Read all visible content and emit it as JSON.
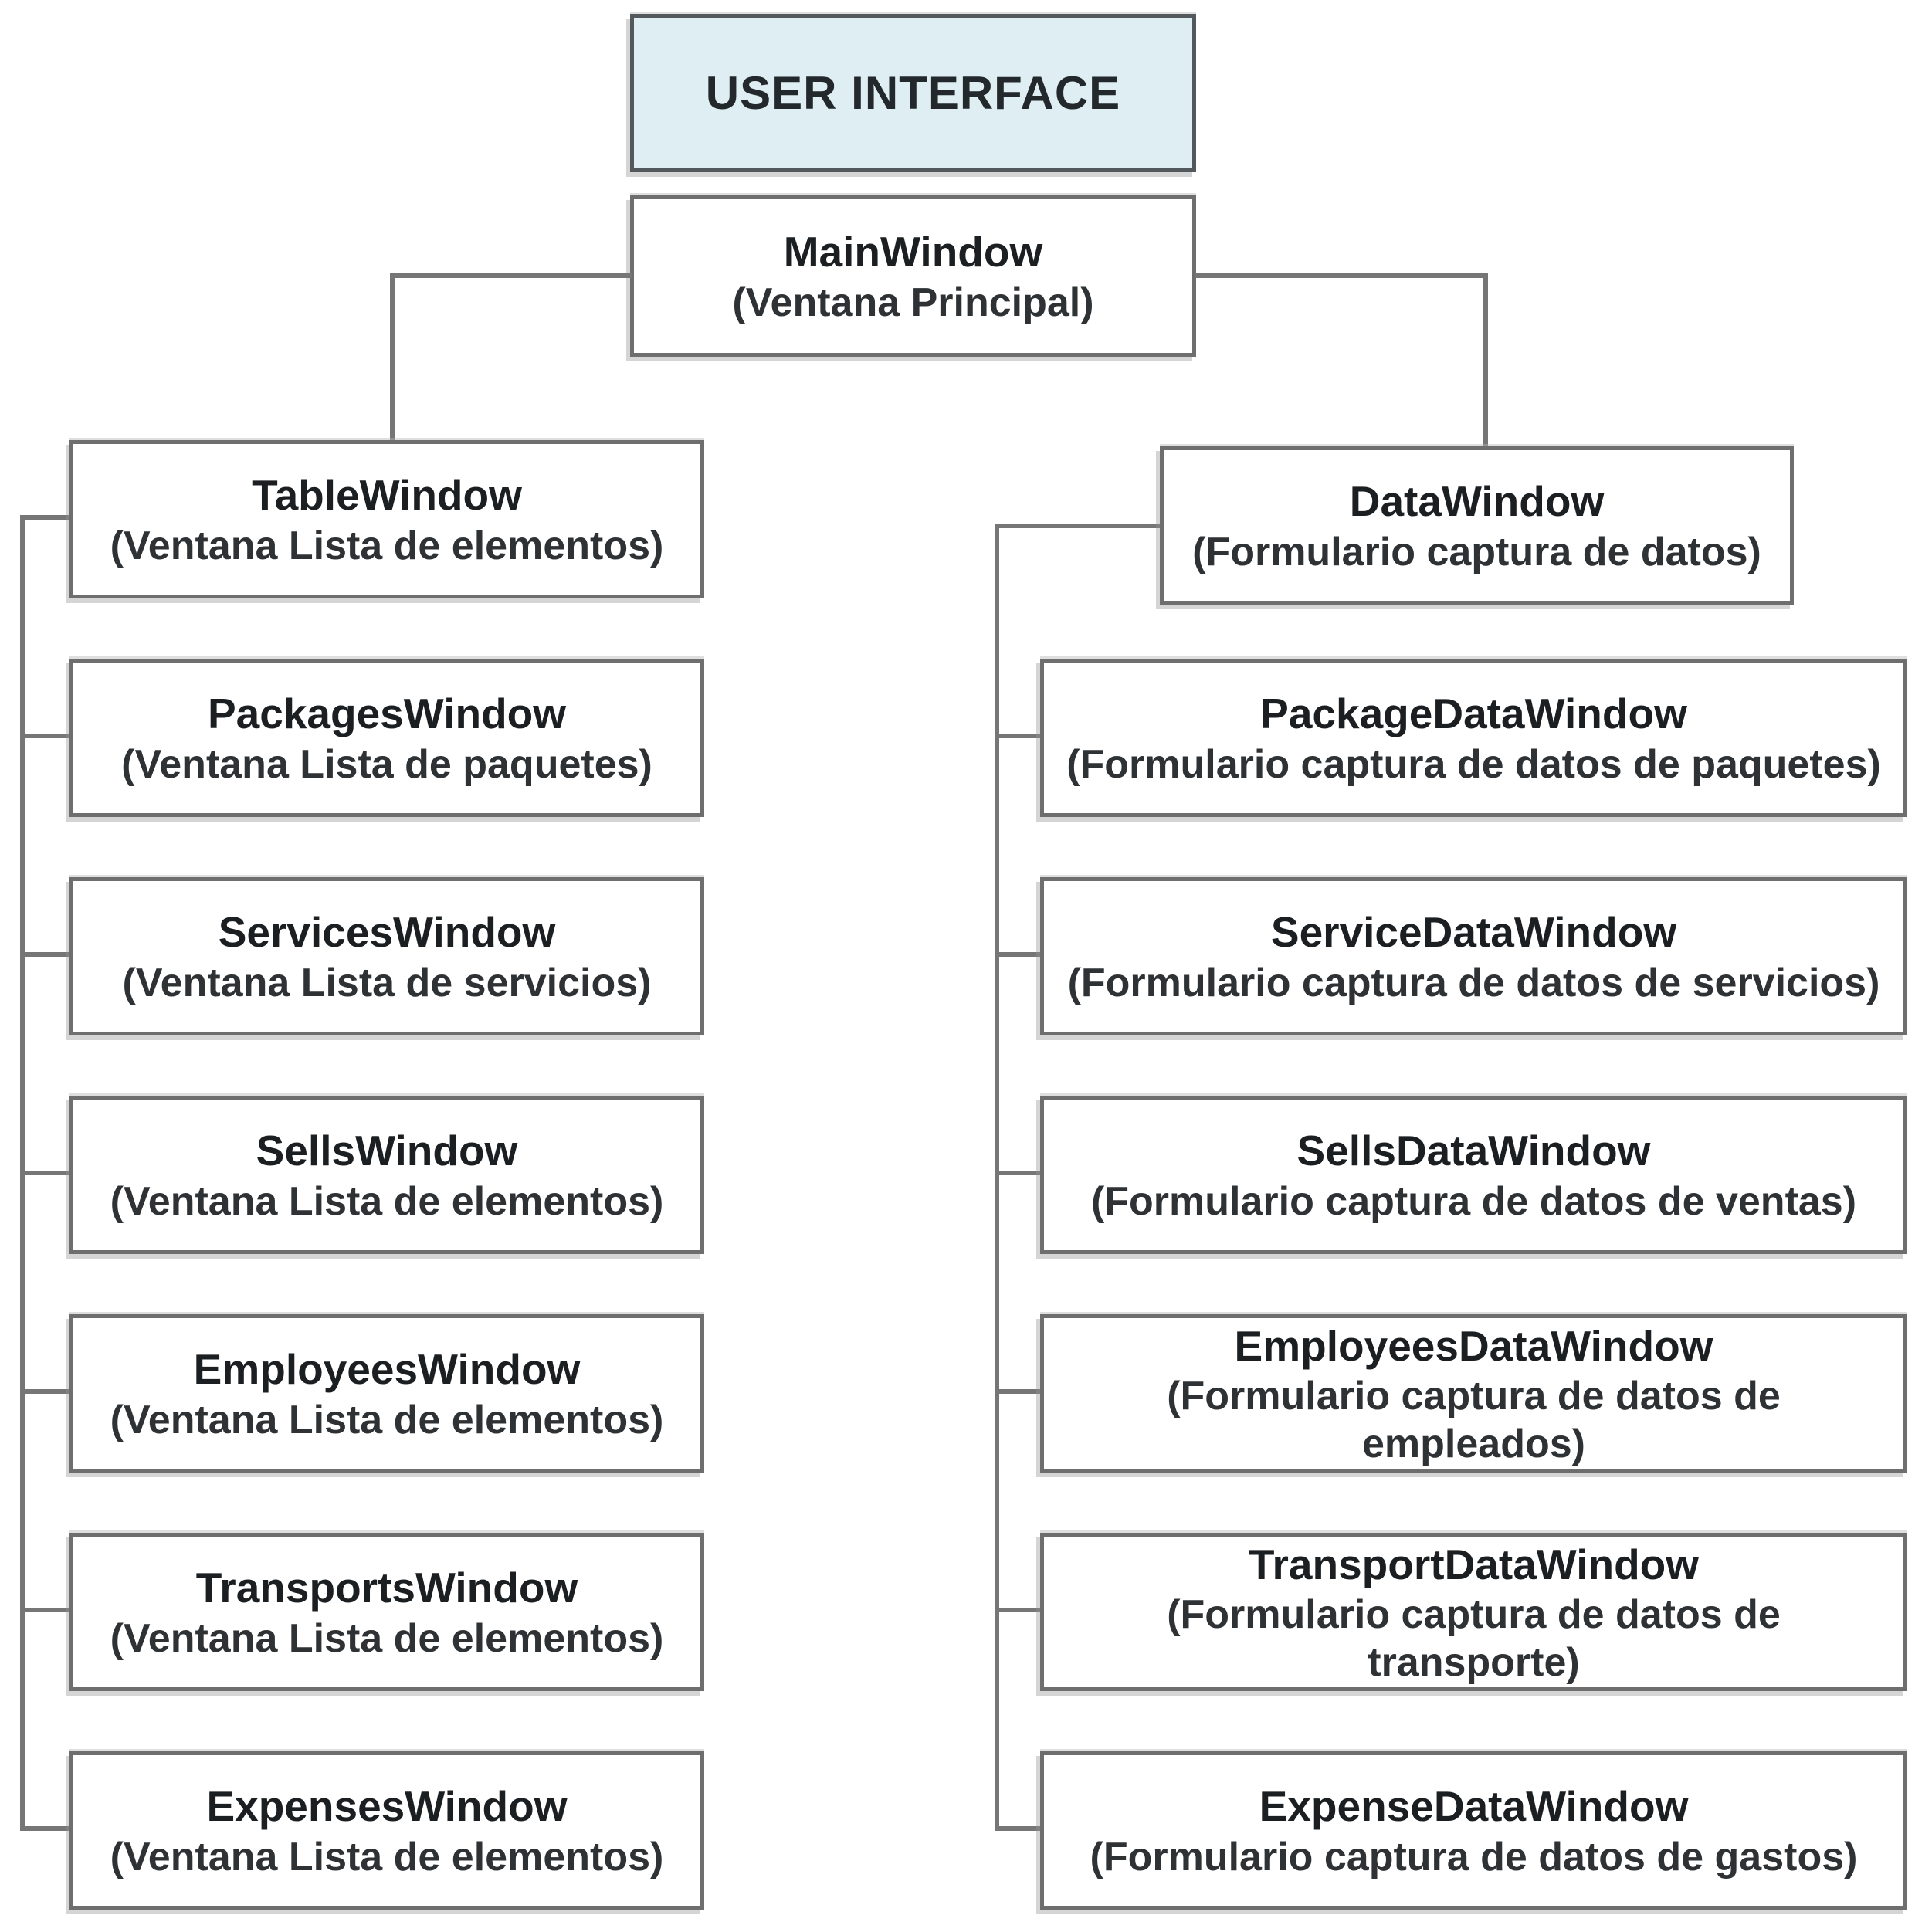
{
  "nodes": {
    "user_interface": {
      "title": "USER INTERFACE"
    },
    "main_window": {
      "title": "MainWindow",
      "subtitle": "(Ventana Principal)"
    }
  },
  "left": {
    "parent": {
      "title": "TableWindow",
      "subtitle": "(Ventana Lista de elementos)"
    },
    "children": [
      {
        "title": "PackagesWindow",
        "subtitle": "(Ventana Lista de paquetes)"
      },
      {
        "title": "ServicesWindow",
        "subtitle": "(Ventana Lista de servicios)"
      },
      {
        "title": "SellsWindow",
        "subtitle": "(Ventana Lista de elementos)"
      },
      {
        "title": "EmployeesWindow",
        "subtitle": "(Ventana Lista de elementos)"
      },
      {
        "title": "TransportsWindow",
        "subtitle": "(Ventana Lista de elementos)"
      },
      {
        "title": "ExpensesWindow",
        "subtitle": "(Ventana Lista de elementos)"
      }
    ]
  },
  "right": {
    "parent": {
      "title": "DataWindow",
      "subtitle": "(Formulario captura de datos)"
    },
    "children": [
      {
        "title": "PackageDataWindow",
        "subtitle": "(Formulario captura de datos de paquetes)"
      },
      {
        "title": "ServiceDataWindow",
        "subtitle": "(Formulario captura de datos de servicios)"
      },
      {
        "title": "SellsDataWindow",
        "subtitle": "(Formulario captura de datos de ventas)"
      },
      {
        "title": "EmployeesDataWindow",
        "subtitle": "(Formulario captura de datos de\nempleados)"
      },
      {
        "title": "TransportDataWindow",
        "subtitle": "(Formulario captura de datos de\ntransporte)"
      },
      {
        "title": "ExpenseDataWindow",
        "subtitle": "(Formulario captura de datos de gastos)"
      }
    ]
  },
  "colors": {
    "root_fill": "#dfeef3",
    "box_fill": "#ffffff",
    "border_gray": "#6e6e6e",
    "connector_gray": "#767676",
    "text_dark": "#1b1f22"
  }
}
